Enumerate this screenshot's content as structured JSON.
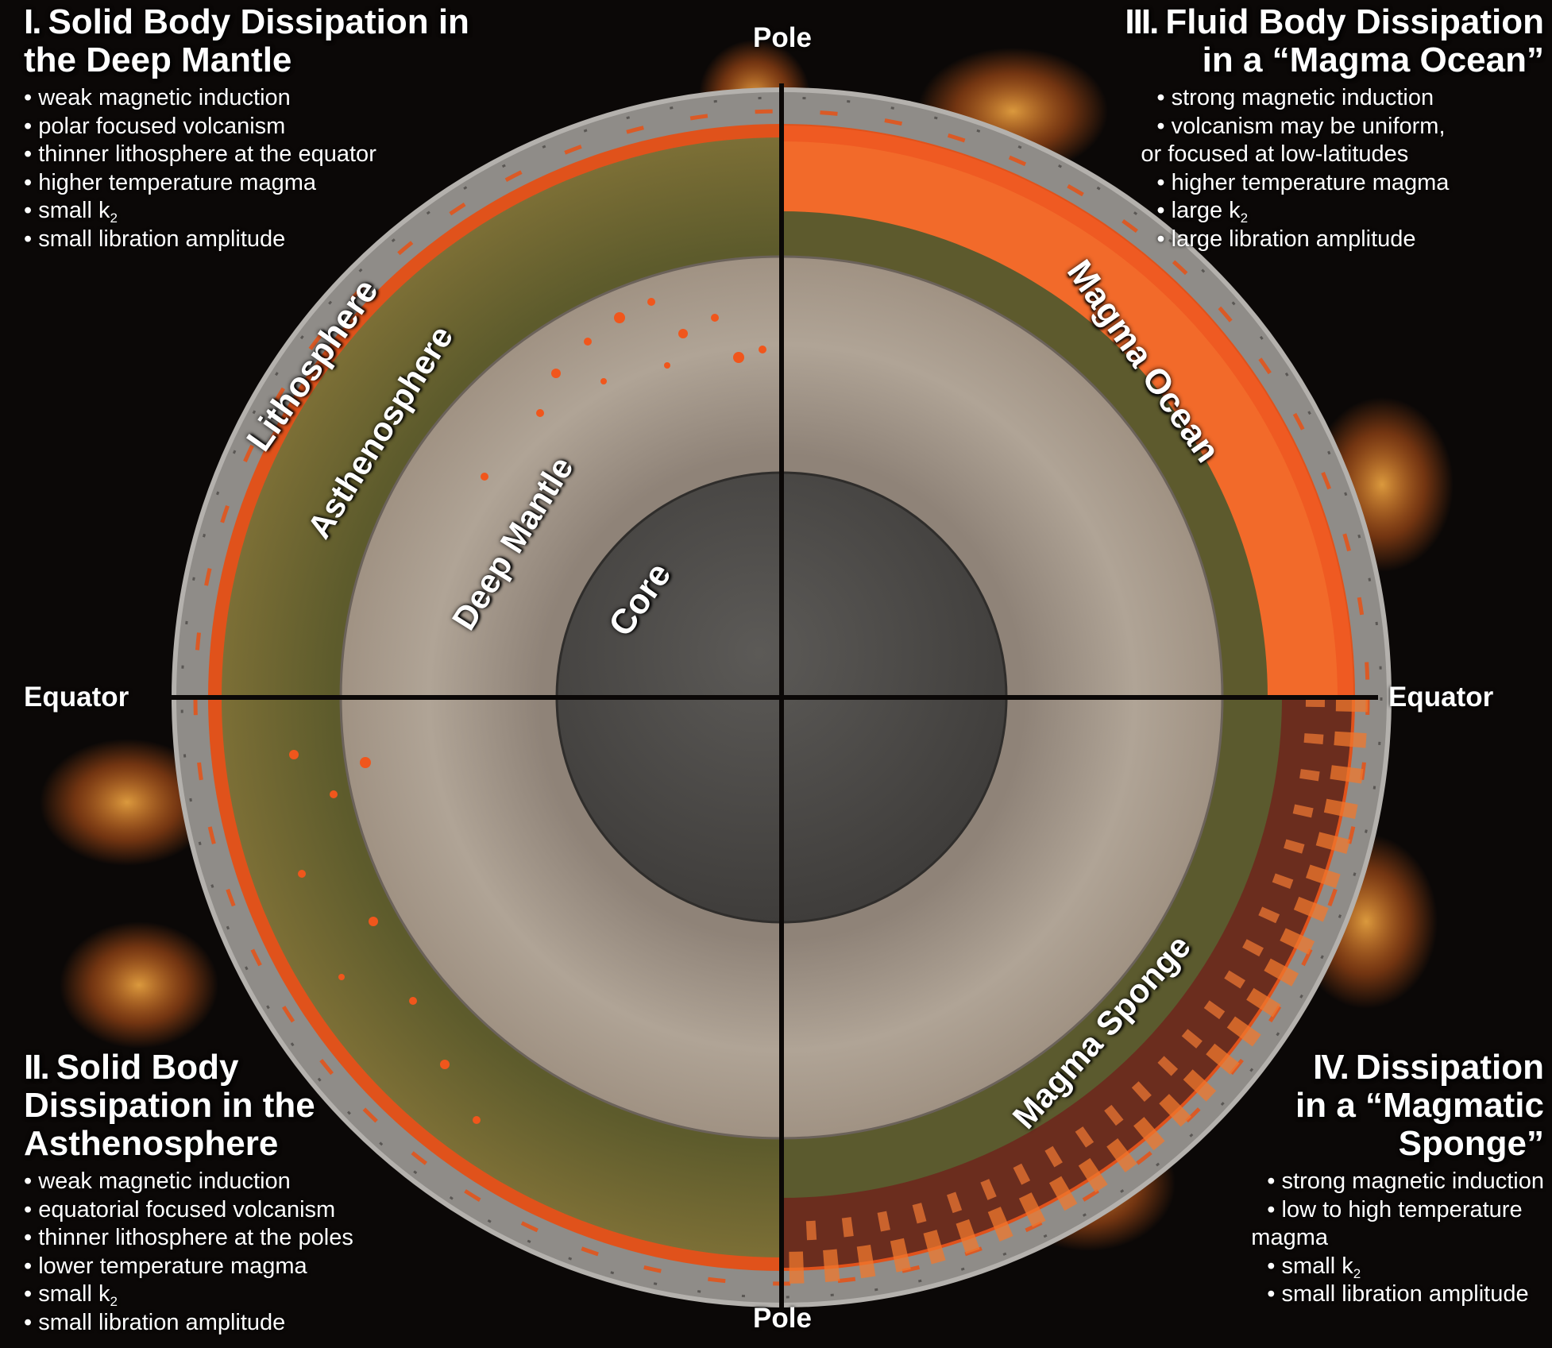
{
  "colors": {
    "background": "#0b0807",
    "lithosphere": "#9a9794",
    "asthenosphere": "#6e6a34",
    "deep_mantle": "#a89c8e",
    "core": "#4f4d4a",
    "magma": "#f2561e",
    "glow": "#ff8a2a"
  },
  "axes": {
    "pole_top": "Pole",
    "pole_bottom": "Pole",
    "equator_left": "Equator",
    "equator_right": "Equator"
  },
  "layers": {
    "lithosphere": "Lithosphere",
    "asthenosphere": "Asthenosphere",
    "deep_mantle": "Deep Mantle",
    "core": "Core",
    "magma_ocean": "Magma Ocean",
    "magma_sponge": "Magma Sponge"
  },
  "quadrants": {
    "q1": {
      "numeral": "I.",
      "title_line1": "Solid Body Dissipation in",
      "title_line2": "the Deep Mantle",
      "bullets": {
        "b1": "weak magnetic induction",
        "b2": "polar focused volcanism",
        "b3": "thinner lithosphere at the equator",
        "b4": "higher temperature magma",
        "b5_prefix": "small k",
        "b5_sub": "2",
        "b6": "small libration amplitude"
      }
    },
    "q2": {
      "numeral": "II.",
      "title_line1": "Solid Body",
      "title_line2": "Dissipation in the",
      "title_line3": "Asthenosphere",
      "bullets": {
        "b1": "weak magnetic induction",
        "b2": "equatorial focused volcanism",
        "b3": "thinner lithosphere at the poles",
        "b4": "lower temperature magma",
        "b5_prefix": "small k",
        "b5_sub": "2",
        "b6": "small libration amplitude"
      }
    },
    "q3": {
      "numeral": "III.",
      "title_line1": "Fluid Body Dissipation",
      "title_line2": "in a “Magma Ocean”",
      "bullets": {
        "b1": "strong magnetic induction",
        "b2a": "volcanism may be uniform,",
        "b2b": "or focused at low-latitudes",
        "b3": "higher temperature magma",
        "b4_prefix": "large k",
        "b4_sub": "2",
        "b5": "large libration amplitude"
      }
    },
    "q4": {
      "numeral": "IV.",
      "title_line1": "Dissipation",
      "title_line2": "in a “Magmatic",
      "title_line3": "Sponge”",
      "bullets": {
        "b1": "strong magnetic induction",
        "b2a": "low to high temperature",
        "b2b": "magma",
        "b3_prefix": "small k",
        "b3_sub": "2",
        "b4": "small libration amplitude"
      }
    }
  }
}
